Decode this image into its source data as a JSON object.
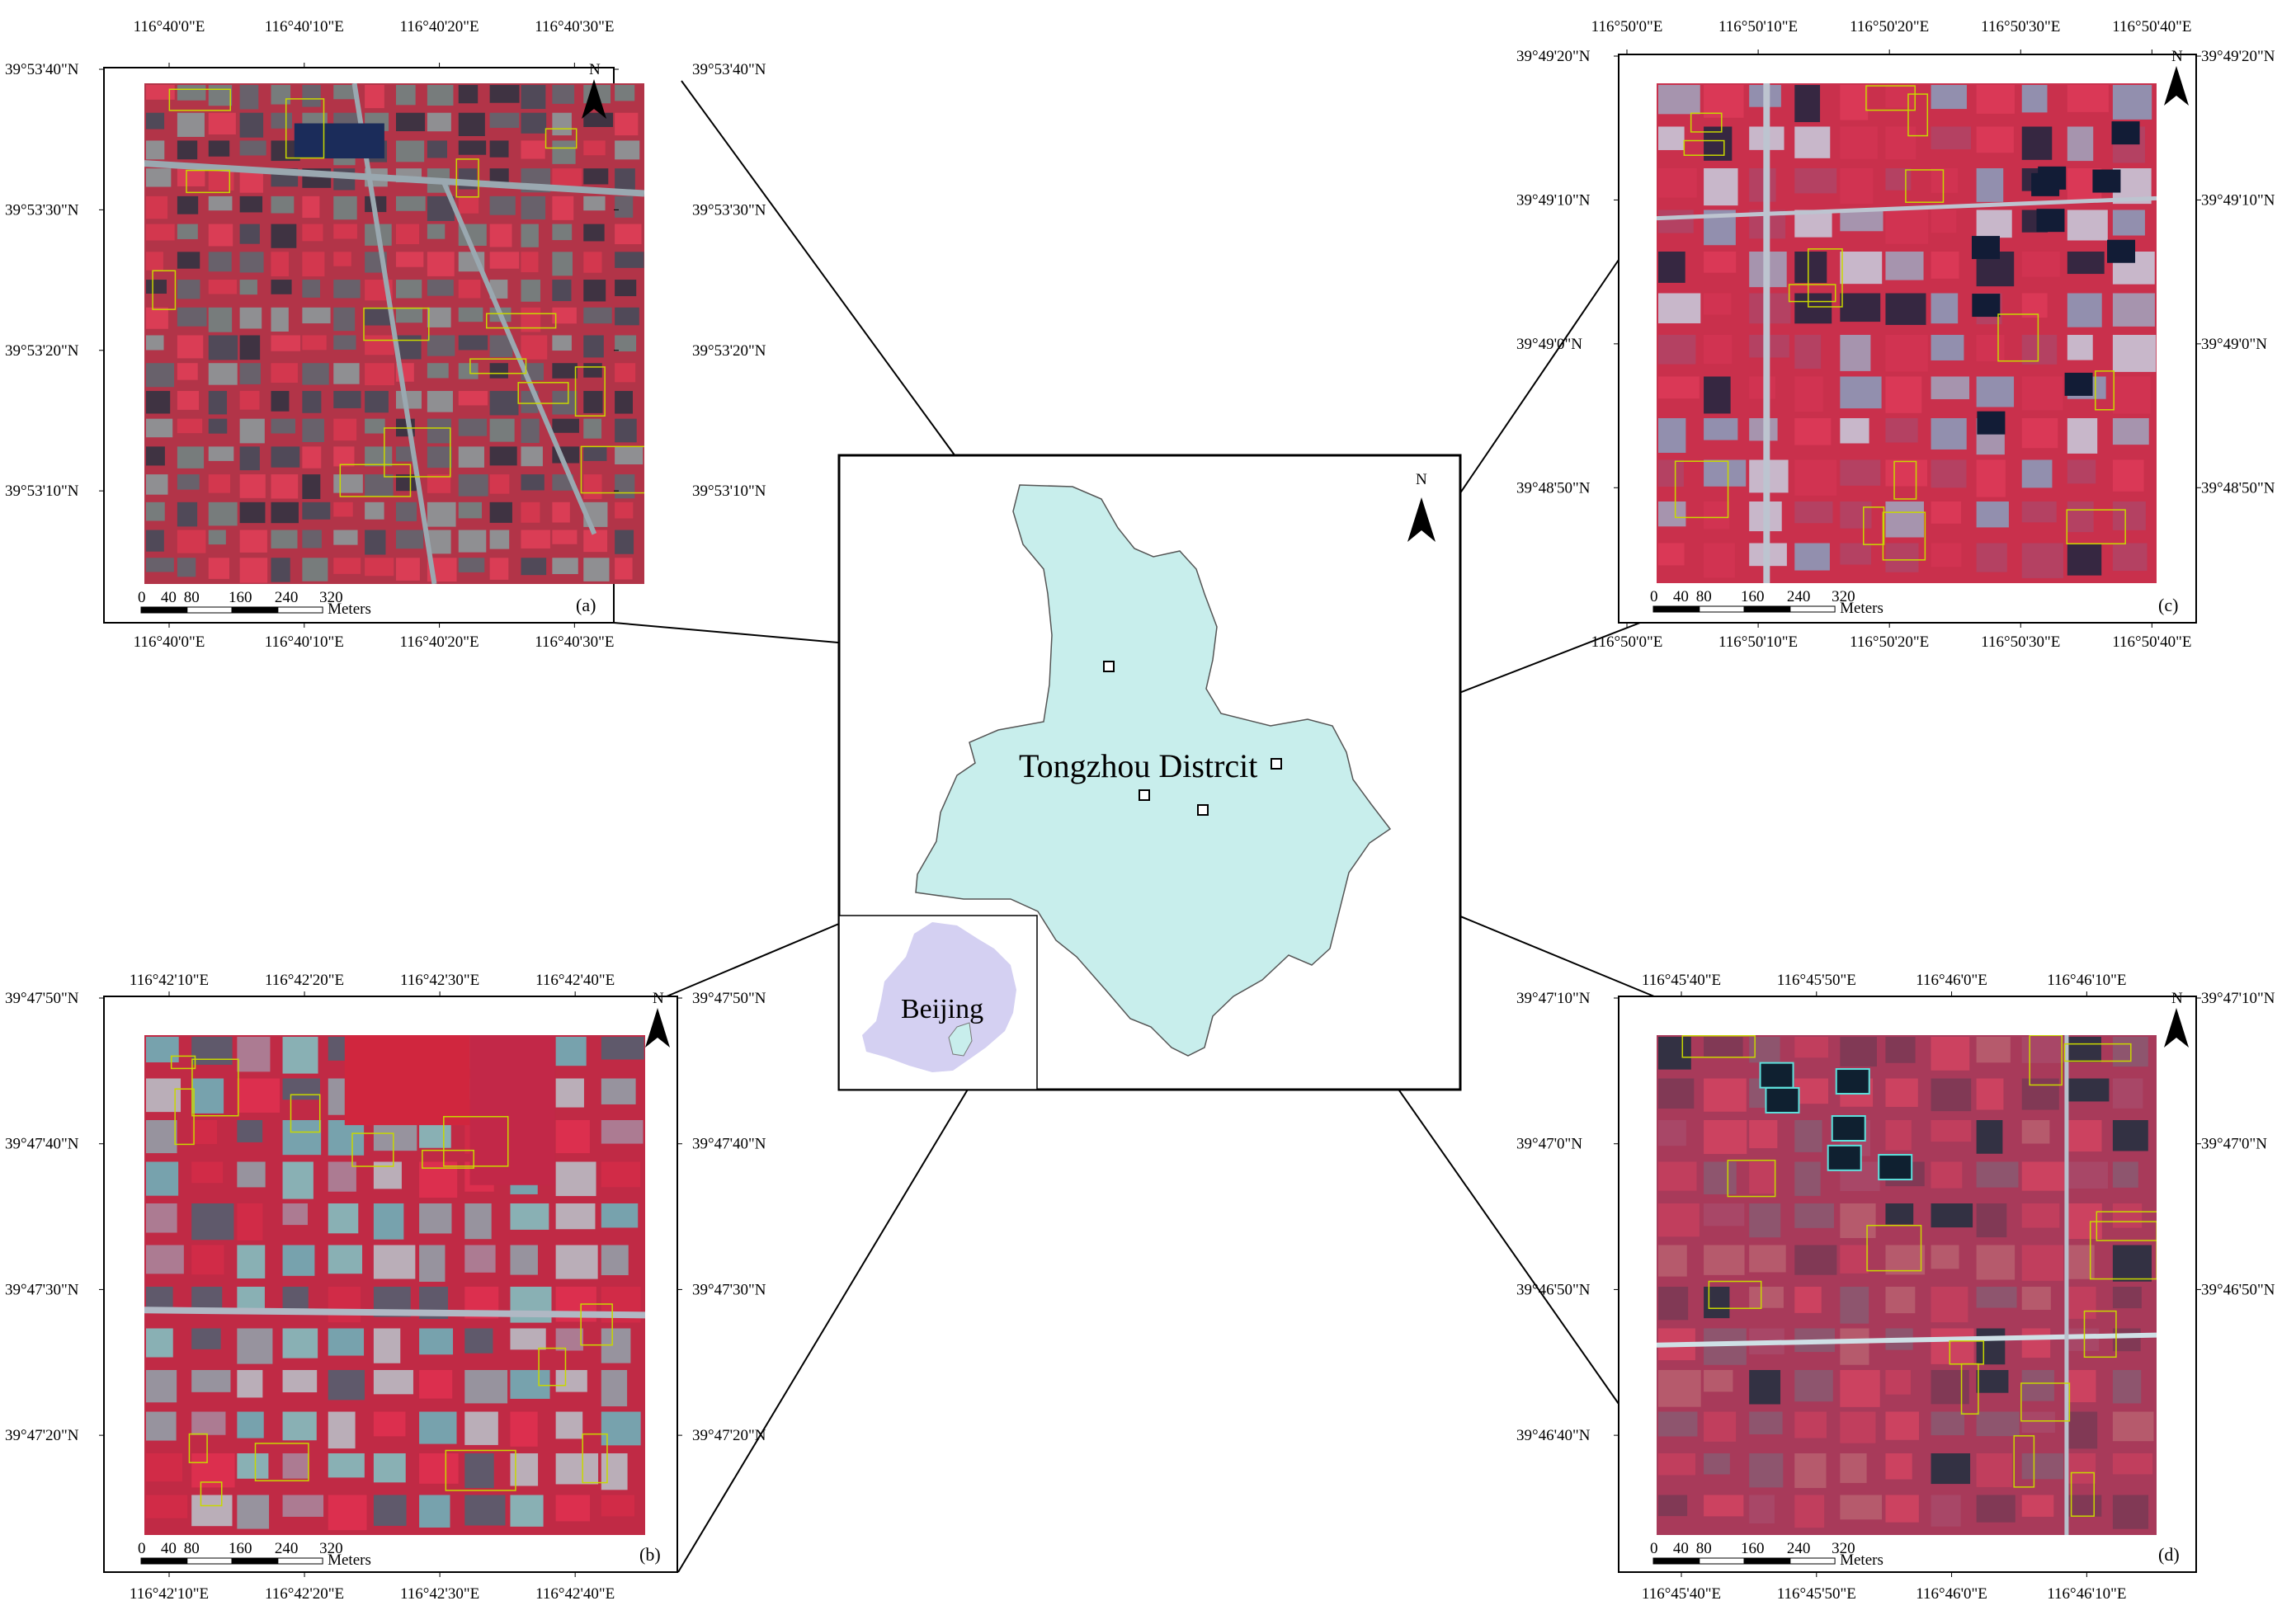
{
  "colors": {
    "district_fill": "#c8eeec",
    "beijing_fill": "#d4d0f2",
    "imagery_red": "#d42a4a",
    "imagery_dark": "#1e2a3a",
    "imagery_cyan": "#4fd6d0",
    "parcel_outline": "#c8d800"
  },
  "overview": {
    "district_label": "Tongzhou Distrcit",
    "beijing_label": "Beijing",
    "north_label": "N"
  },
  "panels": [
    {
      "id": "a",
      "letter": "(a)",
      "north_label": "N",
      "top_ticks": [
        "116°40'0\"E",
        "116°40'10\"E",
        "116°40'20\"E",
        "116°40'30\"E"
      ],
      "bottom_ticks": [
        "116°40'0\"E",
        "116°40'10\"E",
        "116°40'20\"E",
        "116°40'30\"E"
      ],
      "left_ticks": [
        "39°53'40\"N",
        "39°53'30\"N",
        "39°53'20\"N",
        "39°53'10\"N"
      ],
      "right_ticks": [
        "39°53'40\"N",
        "39°53'30\"N",
        "39°53'20\"N",
        "39°53'10\"N"
      ],
      "scale_numbers": [
        "0",
        "40",
        "80",
        "160",
        "240",
        "320"
      ],
      "scale_unit": "Meters",
      "style": "urban"
    },
    {
      "id": "b",
      "letter": "(b)",
      "north_label": "N",
      "top_ticks": [
        "116°42'10\"E",
        "116°42'20\"E",
        "116°42'30\"E",
        "116°42'40\"E"
      ],
      "bottom_ticks": [
        "116°42'10\"E",
        "116°42'20\"E",
        "116°42'30\"E",
        "116°42'40\"E"
      ],
      "left_ticks": [
        "39°47'50\"N",
        "39°47'40\"N",
        "39°47'30\"N",
        "39°47'20\"N"
      ],
      "right_ticks": [
        "39°47'50\"N",
        "39°47'40\"N",
        "39°47'30\"N",
        "39°47'20\"N"
      ],
      "scale_numbers": [
        "0",
        "40",
        "80",
        "160",
        "240",
        "320"
      ],
      "scale_unit": "Meters",
      "style": "industrial"
    },
    {
      "id": "c",
      "letter": "(c)",
      "north_label": "N",
      "top_ticks": [
        "116°50'0\"E",
        "116°50'10\"E",
        "116°50'20\"E",
        "116°50'30\"E",
        "116°50'40\"E"
      ],
      "bottom_ticks": [
        "116°50'0\"E",
        "116°50'10\"E",
        "116°50'20\"E",
        "116°50'30\"E",
        "116°50'40\"E"
      ],
      "left_ticks": [
        "39°49'20\"N",
        "39°49'10\"N",
        "39°49'0\"N",
        "39°48'50\"N"
      ],
      "right_ticks": [
        "39°49'20\"N",
        "39°49'10\"N",
        "39°49'0\"N",
        "39°48'50\"N"
      ],
      "scale_numbers": [
        "0",
        "40",
        "80",
        "160",
        "240",
        "320"
      ],
      "scale_unit": "Meters",
      "style": "rural"
    },
    {
      "id": "d",
      "letter": "(d)",
      "north_label": "N",
      "top_ticks": [
        "116°45'40\"E",
        "116°45'50\"E",
        "116°46'0\"E",
        "116°46'10\"E"
      ],
      "bottom_ticks": [
        "116°45'40\"E",
        "116°45'50\"E",
        "116°46'0\"E",
        "116°46'10\"E"
      ],
      "left_ticks": [
        "39°47'10\"N",
        "39°47'0\"N",
        "39°46'50\"N",
        "39°46'40\"N"
      ],
      "right_ticks": [
        "39°47'10\"N",
        "39°47'0\"N",
        "39°46'50\"N"
      ],
      "scale_numbers": [
        "0",
        "40",
        "80",
        "160",
        "240",
        "320"
      ],
      "scale_unit": "Meters",
      "style": "farmland"
    }
  ]
}
